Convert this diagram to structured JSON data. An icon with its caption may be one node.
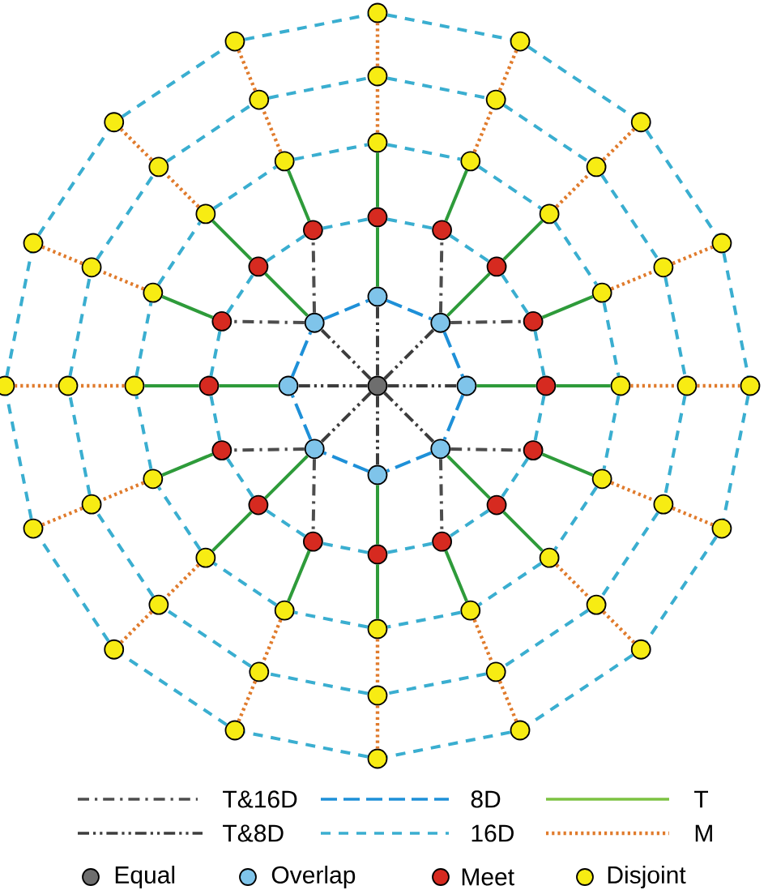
{
  "diagram": {
    "nodes": [
      {
        "text": [],
        "shape": "circle"
      },
      {
        "text": [],
        "shape": "circle"
      },
      {
        "text": [],
        "shape": "circle"
      },
      {
        "text": [],
        "shape": "circle"
      },
      {
        "text": [],
        "shape": "circle"
      },
      {
        "text": [],
        "shape": "circle"
      },
      {
        "text": [],
        "shape": "circle"
      },
      {
        "text": [],
        "shape": "circle"
      },
      {
        "text": [],
        "shape": "circle"
      },
      {
        "text": [],
        "shape": "circle"
      },
      {
        "text": [],
        "shape": "circle"
      },
      {
        "text": [],
        "shape": "circle"
      },
      {
        "text": [],
        "shape": "circle"
      },
      {
        "text": [],
        "shape": "circle"
      },
      {
        "text": [],
        "shape": "circle"
      },
      {
        "text": [],
        "shape": "circle"
      },
      {
        "text": [],
        "shape": "circle"
      },
      {
        "text": [],
        "shape": "circle"
      },
      {
        "text": [],
        "shape": "circle"
      },
      {
        "text": [],
        "shape": "circle"
      },
      {
        "text": [],
        "shape": "circle"
      },
      {
        "text": [],
        "shape": "circle"
      },
      {
        "text": [],
        "shape": "circle"
      },
      {
        "text": [],
        "shape": "circle"
      },
      {
        "text": [],
        "shape": "circle"
      },
      {
        "text": [],
        "shape": "circle"
      },
      {
        "text": [],
        "shape": "circle"
      },
      {
        "text": [],
        "shape": "circle"
      },
      {
        "text": [],
        "shape": "circle"
      },
      {
        "text": [],
        "shape": "circle"
      },
      {
        "text": [],
        "shape": "circle"
      },
      {
        "text": [],
        "shape": "circle"
      },
      {
        "text": [],
        "shape": "circle"
      },
      {
        "text": [],
        "shape": "circle"
      },
      {
        "text": [],
        "shape": "circle"
      },
      {
        "text": [],
        "shape": "circle"
      },
      {
        "text": [],
        "shape": "circle"
      },
      {
        "text": [],
        "shape": "circle"
      },
      {
        "text": [],
        "shape": "circle"
      },
      {
        "text": [],
        "shape": "circle"
      },
      {
        "text": [],
        "shape": "circle"
      },
      {
        "text": [],
        "shape": "circle"
      },
      {
        "text": [],
        "shape": "circle"
      },
      {
        "text": [],
        "shape": "circle"
      },
      {
        "text": [],
        "shape": "circle"
      },
      {
        "text": [],
        "shape": "circle"
      },
      {
        "text": [],
        "shape": "circle"
      },
      {
        "text": [],
        "shape": "circle"
      },
      {
        "text": [],
        "shape": "circle"
      },
      {
        "text": [],
        "shape": "circle"
      },
      {
        "text": [],
        "shape": "circle"
      },
      {
        "text": [],
        "shape": "circle"
      },
      {
        "text": [],
        "shape": "circle"
      },
      {
        "text": [],
        "shape": "circle"
      },
      {
        "text": [],
        "shape": "circle"
      },
      {
        "text": [],
        "shape": "circle"
      },
      {
        "text": [],
        "shape": "circle"
      },
      {
        "text": [],
        "shape": "circle"
      },
      {
        "text": [],
        "shape": "circle"
      },
      {
        "text": [],
        "shape": "circle"
      },
      {
        "text": [],
        "shape": "circle"
      },
      {
        "text": [],
        "shape": "circle"
      },
      {
        "text": [],
        "shape": "circle"
      },
      {
        "text": [],
        "shape": "circle"
      },
      {
        "text": [],
        "shape": "circle"
      },
      {
        "text": [],
        "shape": "circle"
      },
      {
        "text": [],
        "shape": "circle"
      },
      {
        "text": [],
        "shape": "circle"
      },
      {
        "text": [],
        "shape": "circle"
      },
      {
        "text": [],
        "shape": "circle"
      },
      {
        "text": [],
        "shape": "circle"
      },
      {
        "text": [],
        "shape": "circle"
      },
      {
        "text": [],
        "shape": "circle"
      }
    ],
    "edges": [
      {
        "from": 0,
        "to": 1,
        "arrow": "none",
        "style": "dashed",
        "color": "#3d3d3d"
      },
      {
        "from": 0,
        "to": 2,
        "arrow": "none",
        "style": "dashed",
        "color": "#3d3d3d"
      },
      {
        "from": 0,
        "to": 3,
        "arrow": "none",
        "style": "dashed",
        "color": "#3d3d3d"
      },
      {
        "from": 0,
        "to": 4,
        "arrow": "none",
        "style": "dashed",
        "color": "#3d3d3d"
      },
      {
        "from": 0,
        "to": 5,
        "arrow": "none",
        "style": "dashed",
        "color": "#3d3d3d"
      },
      {
        "from": 0,
        "to": 6,
        "arrow": "none",
        "style": "dashed",
        "color": "#3d3d3d"
      },
      {
        "from": 0,
        "to": 7,
        "arrow": "none",
        "style": "dashed",
        "color": "#3d3d3d"
      },
      {
        "from": 0,
        "to": 8,
        "arrow": "none",
        "style": "dashed",
        "color": "#3d3d3d"
      },
      {
        "from": 1,
        "to": 2,
        "arrow": "none",
        "style": "dashed",
        "color": "#1e90d8"
      },
      {
        "from": 2,
        "to": 3,
        "arrow": "none",
        "style": "dashed",
        "color": "#1e90d8"
      },
      {
        "from": 3,
        "to": 4,
        "arrow": "none",
        "style": "dashed",
        "color": "#1e90d8"
      },
      {
        "from": 4,
        "to": 5,
        "arrow": "none",
        "style": "dashed",
        "color": "#1e90d8"
      },
      {
        "from": 5,
        "to": 6,
        "arrow": "none",
        "style": "dashed",
        "color": "#1e90d8"
      },
      {
        "from": 6,
        "to": 7,
        "arrow": "none",
        "style": "dashed",
        "color": "#1e90d8"
      },
      {
        "from": 7,
        "to": 8,
        "arrow": "none",
        "style": "dashed",
        "color": "#1e90d8"
      },
      {
        "from": 8,
        "to": 1,
        "arrow": "none",
        "style": "dashed",
        "color": "#1e90d8"
      },
      {
        "from": 1,
        "to": 9,
        "arrow": "none",
        "color": "#2e9b3a"
      },
      {
        "from": 2,
        "to": 11,
        "arrow": "none",
        "color": "#2e9b3a"
      },
      {
        "from": 3,
        "to": 13,
        "arrow": "none",
        "color": "#2e9b3a"
      },
      {
        "from": 4,
        "to": 15,
        "arrow": "none",
        "color": "#2e9b3a"
      },
      {
        "from": 5,
        "to": 17,
        "arrow": "none",
        "color": "#2e9b3a"
      },
      {
        "from": 6,
        "to": 19,
        "arrow": "none",
        "color": "#2e9b3a"
      },
      {
        "from": 7,
        "to": 21,
        "arrow": "none",
        "color": "#2e9b3a"
      },
      {
        "from": 8,
        "to": 23,
        "arrow": "none",
        "color": "#2e9b3a"
      },
      {
        "from": 2,
        "to": 10,
        "arrow": "none",
        "style": "dashed",
        "color": "#4d4d4d"
      },
      {
        "from": 2,
        "to": 12,
        "arrow": "none",
        "style": "dashed",
        "color": "#4d4d4d"
      },
      {
        "from": 4,
        "to": 14,
        "arrow": "none",
        "style": "dashed",
        "color": "#4d4d4d"
      },
      {
        "from": 4,
        "to": 16,
        "arrow": "none",
        "style": "dashed",
        "color": "#4d4d4d"
      },
      {
        "from": 6,
        "to": 18,
        "arrow": "none",
        "style": "dashed",
        "color": "#4d4d4d"
      },
      {
        "from": 6,
        "to": 20,
        "arrow": "none",
        "style": "dashed",
        "color": "#4d4d4d"
      },
      {
        "from": 8,
        "to": 22,
        "arrow": "none",
        "style": "dashed",
        "color": "#4d4d4d"
      },
      {
        "from": 8,
        "to": 24,
        "arrow": "none",
        "style": "dashed",
        "color": "#4d4d4d"
      },
      {
        "from": 9,
        "to": 10,
        "arrow": "none",
        "style": "dashed"
      },
      {
        "from": 10,
        "to": 11,
        "arrow": "none",
        "style": "dashed"
      },
      {
        "from": 11,
        "to": 12,
        "arrow": "none",
        "style": "dashed"
      },
      {
        "from": 12,
        "to": 13,
        "arrow": "none",
        "style": "dashed"
      },
      {
        "from": 13,
        "to": 14,
        "arrow": "none",
        "style": "dashed"
      },
      {
        "from": 14,
        "to": 15,
        "arrow": "none",
        "style": "dashed"
      },
      {
        "from": 15,
        "to": 16,
        "arrow": "none",
        "style": "dashed"
      },
      {
        "from": 16,
        "to": 17,
        "arrow": "none",
        "style": "dashed"
      },
      {
        "from": 17,
        "to": 18,
        "arrow": "none",
        "style": "dashed"
      },
      {
        "from": 18,
        "to": 19,
        "arrow": "none",
        "style": "dashed"
      },
      {
        "from": 19,
        "to": 20,
        "arrow": "none",
        "style": "dashed"
      },
      {
        "from": 20,
        "to": 21,
        "arrow": "none",
        "style": "dashed"
      },
      {
        "from": 21,
        "to": 22,
        "arrow": "none",
        "style": "dashed"
      },
      {
        "from": 22,
        "to": 23,
        "arrow": "none",
        "style": "dashed"
      },
      {
        "from": 23,
        "to": 24,
        "arrow": "none",
        "style": "dashed"
      },
      {
        "from": 24,
        "to": 9,
        "arrow": "none",
        "style": "dashed"
      },
      {
        "from": 9,
        "to": 25,
        "arrow": "none",
        "color": "#2e9b3a"
      },
      {
        "from": 10,
        "to": 26,
        "arrow": "none",
        "color": "#2e9b3a"
      },
      {
        "from": 11,
        "to": 27,
        "arrow": "none",
        "color": "#2e9b3a"
      },
      {
        "from": 12,
        "to": 28,
        "arrow": "none",
        "color": "#2e9b3a"
      },
      {
        "from": 13,
        "to": 29,
        "arrow": "none",
        "color": "#2e9b3a"
      },
      {
        "from": 14,
        "to": 30,
        "arrow": "none",
        "color": "#2e9b3a"
      },
      {
        "from": 15,
        "to": 31,
        "arrow": "none",
        "color": "#2e9b3a"
      },
      {
        "from": 16,
        "to": 32,
        "arrow": "none",
        "color": "#2e9b3a"
      },
      {
        "from": 17,
        "to": 33,
        "arrow": "none",
        "color": "#2e9b3a"
      },
      {
        "from": 18,
        "to": 34,
        "arrow": "none",
        "color": "#2e9b3a"
      },
      {
        "from": 19,
        "to": 35,
        "arrow": "none",
        "color": "#2e9b3a"
      },
      {
        "from": 20,
        "to": 36,
        "arrow": "none",
        "color": "#2e9b3a"
      },
      {
        "from": 21,
        "to": 37,
        "arrow": "none",
        "color": "#2e9b3a"
      },
      {
        "from": 22,
        "to": 38,
        "arrow": "none",
        "color": "#2e9b3a"
      },
      {
        "from": 23,
        "to": 39,
        "arrow": "none",
        "color": "#2e9b3a"
      },
      {
        "from": 24,
        "to": 40,
        "arrow": "none",
        "color": "#2e9b3a"
      },
      {
        "from": 25,
        "to": 26,
        "arrow": "none",
        "style": "dashed"
      },
      {
        "from": 26,
        "to": 27,
        "arrow": "none",
        "style": "dashed"
      },
      {
        "from": 27,
        "to": 28,
        "arrow": "none",
        "style": "dashed"
      },
      {
        "from": 28,
        "to": 29,
        "arrow": "none",
        "style": "dashed"
      },
      {
        "from": 29,
        "to": 30,
        "arrow": "none",
        "style": "dashed"
      },
      {
        "from": 30,
        "to": 31,
        "arrow": "none",
        "style": "dashed"
      },
      {
        "from": 31,
        "to": 32,
        "arrow": "none",
        "style": "dashed"
      },
      {
        "from": 32,
        "to": 33,
        "arrow": "none",
        "style": "dashed"
      },
      {
        "from": 33,
        "to": 34,
        "arrow": "none",
        "style": "dashed"
      },
      {
        "from": 34,
        "to": 35,
        "arrow": "none",
        "style": "dashed"
      },
      {
        "from": 35,
        "to": 36,
        "arrow": "none",
        "style": "dashed"
      },
      {
        "from": 36,
        "to": 37,
        "arrow": "none",
        "style": "dashed"
      },
      {
        "from": 37,
        "to": 38,
        "arrow": "none",
        "style": "dashed"
      },
      {
        "from": 38,
        "to": 39,
        "arrow": "none",
        "style": "dashed"
      },
      {
        "from": 39,
        "to": 40,
        "arrow": "none",
        "style": "dashed"
      },
      {
        "from": 40,
        "to": 25,
        "arrow": "none",
        "style": "dashed"
      },
      {
        "from": 41,
        "to": 42,
        "arrow": "none",
        "style": "dashed"
      },
      {
        "from": 42,
        "to": 43,
        "arrow": "none",
        "style": "dashed"
      },
      {
        "from": 43,
        "to": 44,
        "arrow": "none",
        "style": "dashed"
      },
      {
        "from": 44,
        "to": 45,
        "arrow": "none",
        "style": "dashed"
      },
      {
        "from": 45,
        "to": 46,
        "arrow": "none",
        "style": "dashed"
      },
      {
        "from": 46,
        "to": 47,
        "arrow": "none",
        "style": "dashed"
      },
      {
        "from": 47,
        "to": 48,
        "arrow": "none",
        "style": "dashed"
      },
      {
        "from": 48,
        "to": 49,
        "arrow": "none",
        "style": "dashed"
      },
      {
        "from": 49,
        "to": 50,
        "arrow": "none",
        "style": "dashed"
      },
      {
        "from": 50,
        "to": 51,
        "arrow": "none",
        "style": "dashed"
      },
      {
        "from": 51,
        "to": 52,
        "arrow": "none",
        "style": "dashed"
      },
      {
        "from": 52,
        "to": 53,
        "arrow": "none",
        "style": "dashed"
      },
      {
        "from": 53,
        "to": 54,
        "arrow": "none",
        "style": "dashed"
      },
      {
        "from": 54,
        "to": 55,
        "arrow": "none",
        "style": "dashed"
      },
      {
        "from": 55,
        "to": 56,
        "arrow": "none",
        "style": "dashed"
      },
      {
        "from": 56,
        "to": 41,
        "arrow": "none",
        "style": "dashed"
      },
      {
        "from": 57,
        "to": 58,
        "arrow": "none",
        "style": "dashed"
      },
      {
        "from": 58,
        "to": 59,
        "arrow": "none",
        "style": "dashed"
      },
      {
        "from": 59,
        "to": 60,
        "arrow": "none",
        "style": "dashed"
      },
      {
        "from": 60,
        "to": 61,
        "arrow": "none",
        "style": "dashed"
      },
      {
        "from": 61,
        "to": 62,
        "arrow": "none",
        "style": "dashed"
      },
      {
        "from": 62,
        "to": 63,
        "arrow": "none",
        "style": "dashed"
      },
      {
        "from": 63,
        "to": 64,
        "arrow": "none",
        "style": "dashed"
      },
      {
        "from": 64,
        "to": 65,
        "arrow": "none",
        "style": "dashed"
      },
      {
        "from": 65,
        "to": 66,
        "arrow": "none",
        "style": "dashed"
      },
      {
        "from": 66,
        "to": 67,
        "arrow": "none",
        "style": "dashed"
      },
      {
        "from": 67,
        "to": 68,
        "arrow": "none",
        "style": "dashed"
      },
      {
        "from": 68,
        "to": 69,
        "arrow": "none",
        "style": "dashed"
      },
      {
        "from": 69,
        "to": 70,
        "arrow": "none",
        "style": "dashed"
      },
      {
        "from": 70,
        "to": 71,
        "arrow": "none",
        "style": "dashed"
      },
      {
        "from": 71,
        "to": 72,
        "arrow": "none",
        "style": "dashed"
      },
      {
        "from": 72,
        "to": 57,
        "arrow": "none",
        "style": "dashed"
      },
      {
        "from": 25,
        "to": 41,
        "arrow": "none",
        "style": "dashed",
        "color": "#e07b2c"
      },
      {
        "from": 26,
        "to": 42,
        "arrow": "none",
        "style": "dashed",
        "color": "#e07b2c"
      },
      {
        "from": 27,
        "to": 43,
        "arrow": "none",
        "style": "dashed",
        "color": "#e07b2c"
      },
      {
        "from": 28,
        "to": 44,
        "arrow": "none",
        "style": "dashed",
        "color": "#e07b2c"
      },
      {
        "from": 29,
        "to": 45,
        "arrow": "none",
        "style": "dashed",
        "color": "#e07b2c"
      },
      {
        "from": 30,
        "to": 46,
        "arrow": "none",
        "style": "dashed",
        "color": "#e07b2c"
      },
      {
        "from": 31,
        "to": 47,
        "arrow": "none",
        "style": "dashed",
        "color": "#e07b2c"
      },
      {
        "from": 32,
        "to": 48,
        "arrow": "none",
        "style": "dashed",
        "color": "#e07b2c"
      },
      {
        "from": 33,
        "to": 49,
        "arrow": "none",
        "style": "dashed",
        "color": "#e07b2c"
      },
      {
        "from": 34,
        "to": 50,
        "arrow": "none",
        "style": "dashed",
        "color": "#e07b2c"
      },
      {
        "from": 35,
        "to": 51,
        "arrow": "none",
        "style": "dashed",
        "color": "#e07b2c"
      },
      {
        "from": 36,
        "to": 52,
        "arrow": "none",
        "style": "dashed",
        "color": "#e07b2c"
      },
      {
        "from": 37,
        "to": 53,
        "arrow": "none",
        "style": "dashed",
        "color": "#e07b2c"
      },
      {
        "from": 38,
        "to": 54,
        "arrow": "none",
        "style": "dashed",
        "color": "#e07b2c"
      },
      {
        "from": 39,
        "to": 55,
        "arrow": "none",
        "style": "dashed",
        "color": "#e07b2c"
      },
      {
        "from": 40,
        "to": 56,
        "arrow": "none",
        "style": "dashed",
        "color": "#e07b2c"
      },
      {
        "from": 41,
        "to": 57,
        "arrow": "none",
        "style": "dashed",
        "color": "#e07b2c"
      },
      {
        "from": 42,
        "to": 58,
        "arrow": "none",
        "style": "dashed",
        "color": "#e07b2c"
      },
      {
        "from": 43,
        "to": 59,
        "arrow": "none",
        "style": "dashed",
        "color": "#e07b2c"
      },
      {
        "from": 44,
        "to": 60,
        "arrow": "none",
        "style": "dashed",
        "color": "#e07b2c"
      },
      {
        "from": 45,
        "to": 61,
        "arrow": "none",
        "style": "dashed",
        "color": "#e07b2c"
      },
      {
        "from": 46,
        "to": 62,
        "arrow": "none",
        "style": "dashed",
        "color": "#e07b2c"
      },
      {
        "from": 47,
        "to": 63,
        "arrow": "none",
        "style": "dashed",
        "color": "#e07b2c"
      },
      {
        "from": 48,
        "to": 64,
        "arrow": "none",
        "style": "dashed",
        "color": "#e07b2c"
      },
      {
        "from": 49,
        "to": 65,
        "arrow": "none",
        "style": "dashed",
        "color": "#e07b2c"
      },
      {
        "from": 50,
        "to": 66,
        "arrow": "none",
        "style": "dashed",
        "color": "#e07b2c"
      },
      {
        "from": 51,
        "to": 67,
        "arrow": "none",
        "style": "dashed",
        "color": "#e07b2c"
      },
      {
        "from": 52,
        "to": 68,
        "arrow": "none",
        "style": "dashed",
        "color": "#e07b2c"
      },
      {
        "from": 53,
        "to": 69,
        "arrow": "none",
        "style": "dashed",
        "color": "#e07b2c"
      },
      {
        "from": 54,
        "to": 70,
        "arrow": "none",
        "style": "dashed",
        "color": "#e07b2c"
      },
      {
        "from": 55,
        "to": 71,
        "arrow": "none",
        "style": "dashed",
        "color": "#e07b2c"
      },
      {
        "from": 56,
        "to": 72,
        "arrow": "none",
        "style": "dashed",
        "color": "#e07b2c"
      }
    ],
    "legend": [
      {
        "text": "T&16D"
      },
      {
        "text": "8D"
      },
      {
        "text": "T"
      },
      {
        "text": "T&8D"
      },
      {
        "text": "16D"
      },
      {
        "text": "M"
      },
      {
        "text": "Equal",
        "color": "#6e6e6e"
      },
      {
        "text": "Overlap",
        "color": "#7fc4ea"
      },
      {
        "text": "Meet",
        "color": "#d62a20"
      },
      {
        "text": "Disjoint",
        "color": "#f7ec13"
      }
    ]
  }
}
